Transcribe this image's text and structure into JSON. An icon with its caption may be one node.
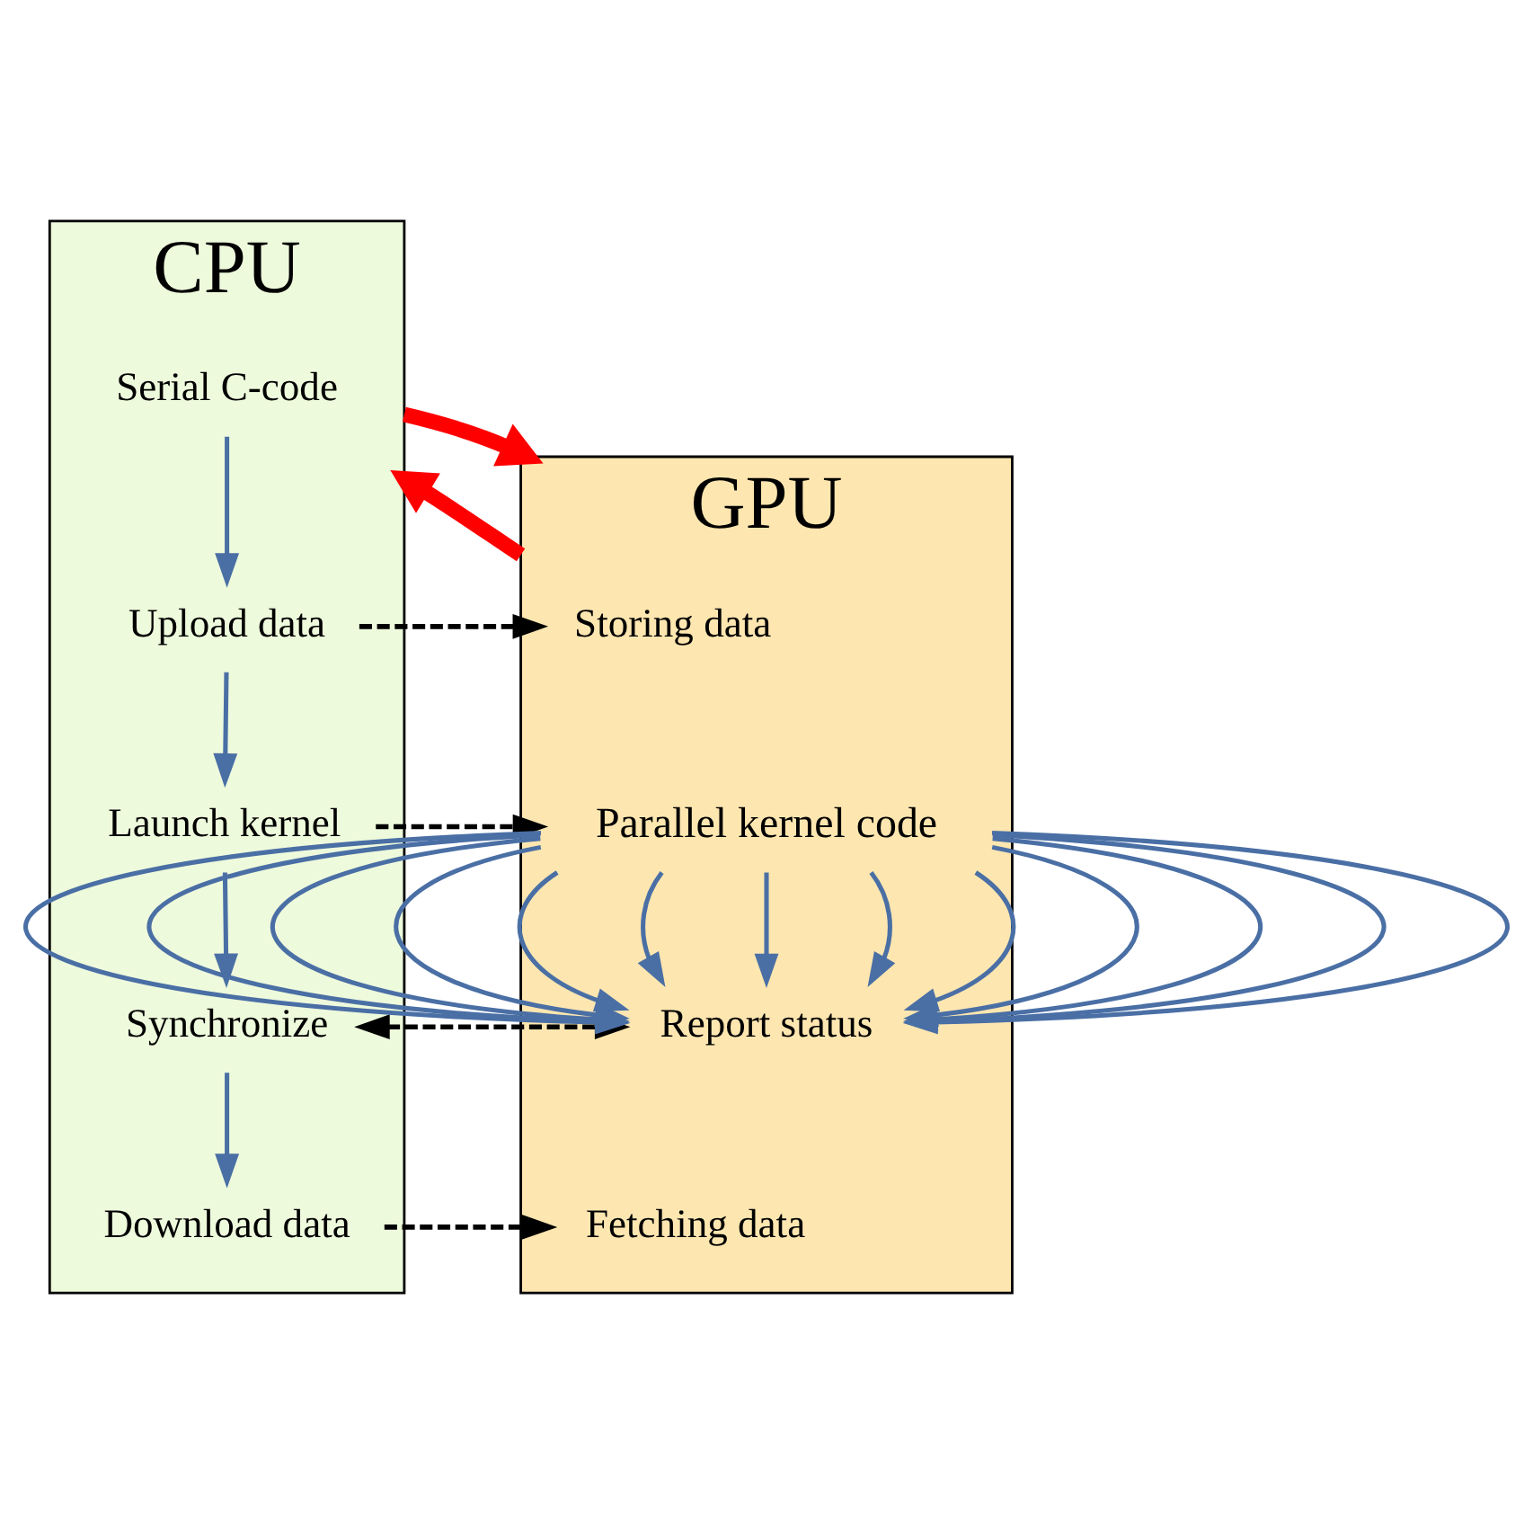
{
  "diagram": {
    "nodes": [
      {
        "text": [
          "CPU"
        ]
      },
      {
        "text": [
          "GPU"
        ]
      },
      {
        "text": [
          "Serial C-code"
        ],
        "in": 0
      },
      {
        "text": [
          "Upload data"
        ],
        "in": 0
      },
      {
        "text": [
          "Launch kernel"
        ],
        "in": 0
      },
      {
        "text": [
          "Synchronize"
        ],
        "in": 0
      },
      {
        "text": [
          "Download data"
        ],
        "in": 0
      },
      {
        "text": [
          "Storing data"
        ],
        "in": 1
      },
      {
        "text": [
          "Parallel kernel code"
        ],
        "in": 1
      },
      {
        "text": [
          "Report status"
        ],
        "in": 1
      },
      {
        "text": [
          "Fetching data"
        ],
        "in": 1
      }
    ],
    "edges": [
      {
        "from": 2,
        "to": 3,
        "arrow": "to"
      },
      {
        "from": 3,
        "to": 7,
        "arrow": "to",
        "style": "dashed",
        "color": "#000000"
      },
      {
        "from": 0,
        "to": 1,
        "arrow": "to",
        "style": "thick",
        "color": "#ff0000"
      },
      {
        "from": 3,
        "to": 4,
        "arrow": "to"
      },
      {
        "from": 4,
        "to": 8,
        "arrow": "to",
        "style": "dashed",
        "color": "#000000"
      },
      {
        "from": 8,
        "to": 9,
        "arrow": "to"
      },
      {
        "from": 8,
        "to": 9,
        "arrow": "to"
      },
      {
        "from": 8,
        "to": 9,
        "arrow": "to"
      },
      {
        "from": 8,
        "to": 9,
        "arrow": "to"
      },
      {
        "from": 8,
        "to": 9,
        "arrow": "to"
      },
      {
        "from": 8,
        "to": 9,
        "arrow": "to"
      },
      {
        "from": 8,
        "to": 9,
        "arrow": "to"
      },
      {
        "from": 8,
        "to": 9,
        "arrow": "to"
      },
      {
        "from": 8,
        "to": 9,
        "arrow": "to"
      },
      {
        "from": 8,
        "to": 9,
        "arrow": "to"
      },
      {
        "from": 8,
        "to": 9,
        "arrow": "to"
      },
      {
        "from": 8,
        "to": 9,
        "arrow": "to"
      },
      {
        "from": 8,
        "to": 9,
        "arrow": "to"
      },
      {
        "from": 4,
        "to": 5,
        "arrow": "to"
      },
      {
        "from": 5,
        "to": 9,
        "arrow": "both",
        "style": "dashed",
        "color": "#000000"
      },
      {
        "from": 5,
        "to": 6,
        "arrow": "to"
      },
      {
        "from": 6,
        "to": 10,
        "arrow": "to",
        "style": "dashed",
        "color": "#000000"
      },
      {
        "from": 1,
        "to": 0,
        "arrow": "to",
        "style": "thick",
        "color": "#ff0000"
      }
    ]
  }
}
